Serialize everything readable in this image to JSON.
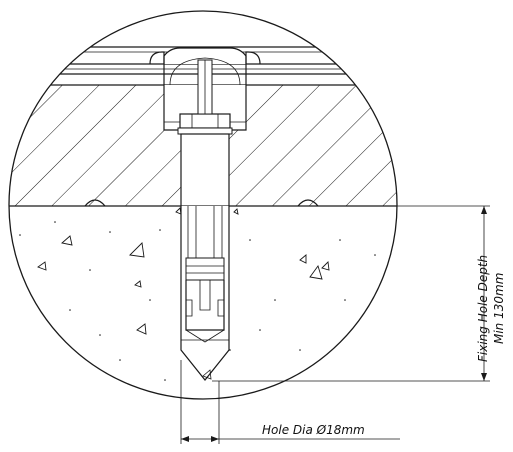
{
  "annotations": {
    "depth_line1": "Fixing Hole Depth",
    "depth_line2": "Min 130mm",
    "hole_dia": "Hole Dia Ø18mm"
  }
}
